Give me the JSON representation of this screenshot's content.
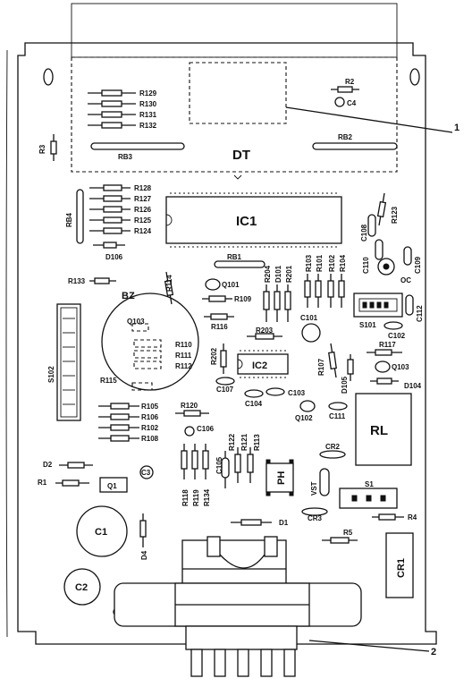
{
  "labels": {
    "dt": "DT",
    "ic1": "IC1",
    "ic2": "IC2",
    "rl": "RL",
    "cr1": "CR1",
    "cr2": "CR2",
    "cr3": "CR3",
    "c1": "C1",
    "c2": "C2",
    "c3": "C3",
    "c4": "C4",
    "q1": "Q1",
    "bz": "BZ",
    "oc": "OC",
    "s1": "S1",
    "s101": "S101",
    "s102": "S102",
    "ph": "PH",
    "vst": "VST",
    "d1": "D1",
    "d2": "D2",
    "d4": "D4",
    "d104": "D104",
    "d105": "D105",
    "d106": "D106",
    "r1": "R1",
    "r2": "R2",
    "r3": "R3",
    "r4": "R4",
    "r5": "R5",
    "rb1": "RB1",
    "rb2": "RB2",
    "rb3": "RB3",
    "rb4": "RB4",
    "r129": "R129",
    "r130": "R130",
    "r131": "R131",
    "r132": "R132",
    "r128": "R128",
    "r127": "R127",
    "r126": "R126",
    "r125": "R125",
    "r124": "R124",
    "r123": "R123",
    "r133": "R133",
    "r114": "R114",
    "q101": "Q101",
    "r109": "R109",
    "r116": "R116",
    "r204": "R204",
    "d101": "D101",
    "r201": "R201",
    "r103": "R103",
    "r101": "R101",
    "r102": "R102",
    "r104": "R104",
    "c101": "C101",
    "c102": "C102",
    "c108": "C108",
    "c109": "C109",
    "c110": "C110",
    "c112": "C112",
    "q103a": "Q103",
    "r110": "R110",
    "r111": "R111",
    "r112": "R112",
    "r115": "R115",
    "r203": "R203",
    "r202": "R202",
    "r107": "R107",
    "r117": "R117",
    "q103b": "Q103",
    "c107": "C107",
    "c104": "C104",
    "c103": "C103",
    "q102": "Q102",
    "c111": "C111",
    "r105": "R105",
    "r106": "R106",
    "r108": "R108",
    "r120": "R120",
    "c106": "C106",
    "c105": "C105",
    "r122": "R122",
    "r121": "R121",
    "r113": "R113",
    "r118": "R118",
    "r119": "R119",
    "r134": "R134"
  },
  "callouts": {
    "one": "1",
    "two": "2"
  }
}
